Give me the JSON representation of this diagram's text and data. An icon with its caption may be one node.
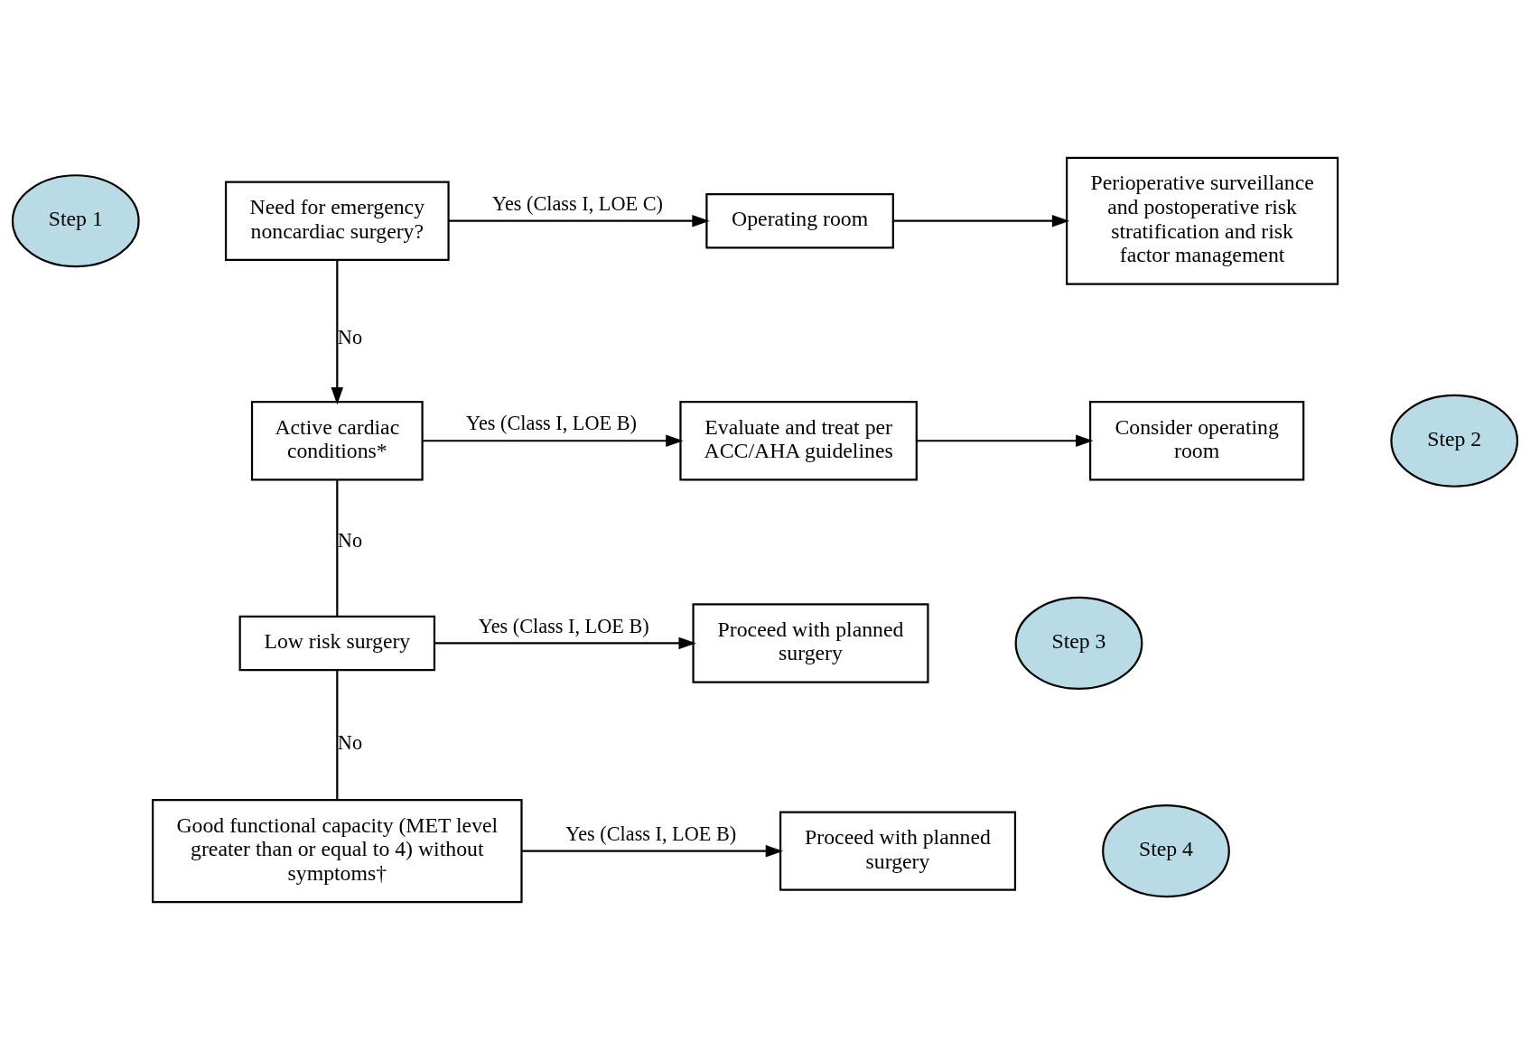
{
  "diagram": {
    "nodes": [
      {
        "text": [
          "Step 1"
        ]
      },
      {
        "text": [
          "Need for emergency noncardiac surgery?"
        ]
      },
      {
        "text": [
          "Operating room"
        ]
      },
      {
        "text": [
          "Perioperative surveillance and postoperative risk stratification and risk factor management"
        ]
      },
      {
        "text": [
          "Step 2"
        ]
      },
      {
        "text": [
          "Active cardiac conditions*"
        ]
      },
      {
        "text": [
          "Evaluate and treat per ACC/AHA guidelines"
        ]
      },
      {
        "text": [
          "Consider operating room"
        ]
      },
      {
        "text": [
          "Step 3"
        ]
      },
      {
        "text": [
          "Low risk surgery"
        ]
      },
      {
        "text": [
          "Proceed with planned surgery"
        ]
      },
      {
        "text": [
          "Step 4"
        ]
      },
      {
        "text": [
          "Good functional capacity (MET level greater than or equal to 4) without symptoms†"
        ]
      },
      {
        "text": [
          "Proceed with planned surgery"
        ]
      }
    ],
    "edges": [
      {
        "from": 1,
        "to": 2,
        "arrow": "to",
        "label": "Yes (Class I, LOE C)"
      },
      {
        "from": 2,
        "to": 3,
        "arrow": "to"
      },
      {
        "from": 1,
        "to": 5,
        "arrow": "to",
        "label": "No"
      },
      {
        "from": 5,
        "to": 6,
        "arrow": "to",
        "label": "Yes (Class I, LOE B)"
      },
      {
        "from": 6,
        "to": 7,
        "arrow": "to"
      },
      {
        "from": 5,
        "to": 9,
        "arrow": "none",
        "label": "No"
      },
      {
        "from": 9,
        "to": 10,
        "arrow": "to",
        "label": "Yes (Class I, LOE B)"
      },
      {
        "from": 9,
        "to": 12,
        "arrow": "none",
        "label": "No"
      },
      {
        "from": 12,
        "to": 13,
        "arrow": "to",
        "label": "Yes (Class I, LOE B)"
      }
    ]
  }
}
